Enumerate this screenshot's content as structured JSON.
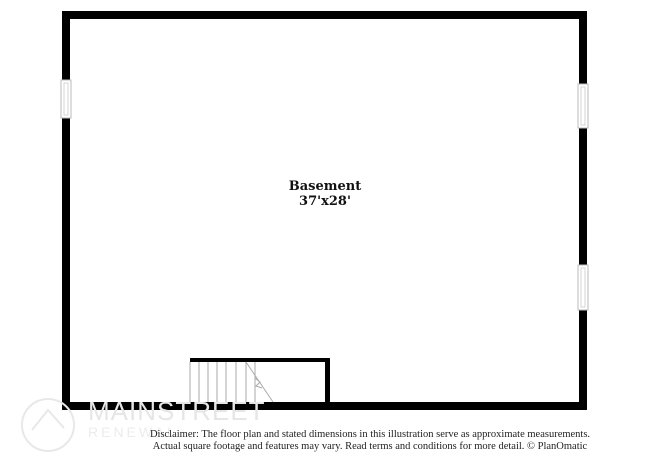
{
  "room": {
    "name": "Basement",
    "dimensions": "37'x28'"
  },
  "disclaimer": {
    "line1": "Disclaimer: The floor plan and stated dimensions in this illustration serve as approximate measurements.",
    "line2": "Actual square footage and features may vary. Read terms and conditions for more detail. © PlanOmatic"
  },
  "watermark": {
    "line1": "MAINSTREET",
    "line2": "RENEWAL"
  },
  "colors": {
    "wall": "#000000",
    "window": "#bbbbbb",
    "stairs": "#aaaaaa"
  }
}
